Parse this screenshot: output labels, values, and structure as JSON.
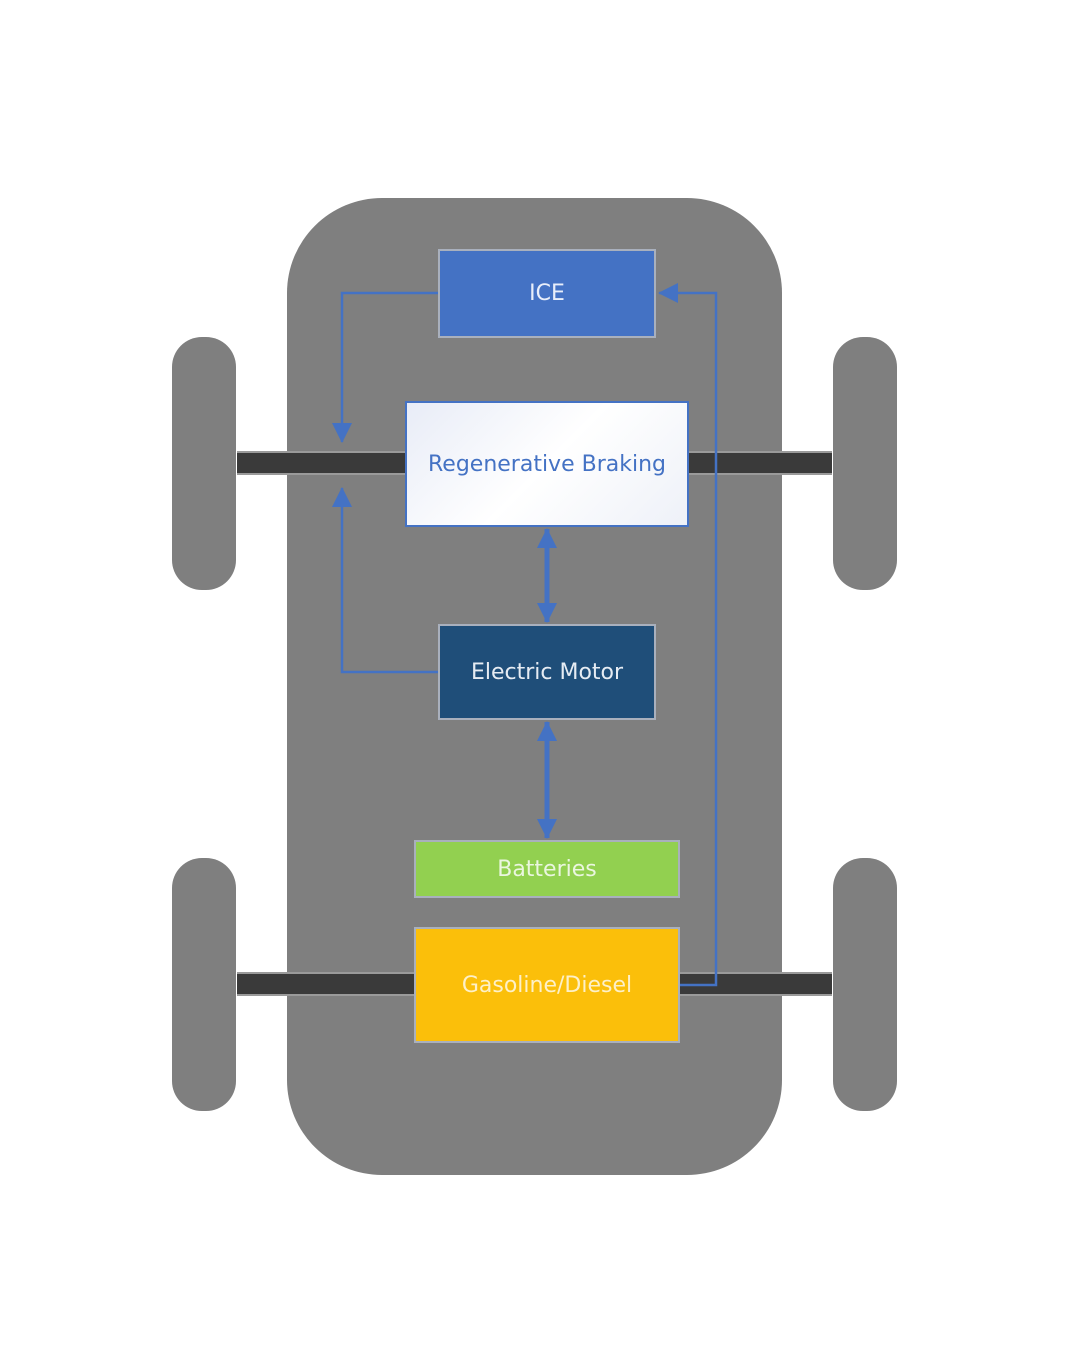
{
  "diagram": {
    "boxes": {
      "ice": "ICE",
      "regenerative_braking": "Regenerative Braking",
      "electric_motor": "Electric Motor",
      "batteries": "Batteries",
      "fuel": "Gasoline/Diesel"
    },
    "colors": {
      "chassis": "#7f7f7f",
      "axle": "#3a3a3a",
      "ice": "#4472c4",
      "motor": "#1f4e79",
      "batteries": "#92d050",
      "fuel": "#fbbf0a",
      "arrow": "#4472c4"
    }
  }
}
